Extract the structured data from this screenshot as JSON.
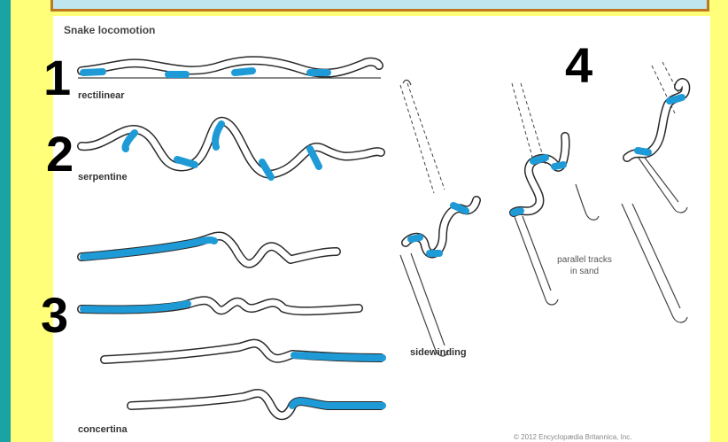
{
  "figure": {
    "title": "Snake locomotion",
    "labels": {
      "rectilinear": "rectilinear",
      "serpentine": "serpentine",
      "concertina": "concertina",
      "sidewinding": "sidewinding",
      "tracks_line1": "parallel tracks",
      "tracks_line2": "in sand"
    },
    "credit": "© 2012 Encyclopædia Britannica, Inc."
  },
  "annotations": {
    "n1": "1",
    "n2": "2",
    "n3": "3",
    "n4": "4"
  },
  "colors": {
    "background": "#ffff7a",
    "left_border": "#1aa3a3",
    "banner_fill": "#bfe6ee",
    "banner_border": "#c0781e",
    "highlight": "#1e9bd7"
  }
}
